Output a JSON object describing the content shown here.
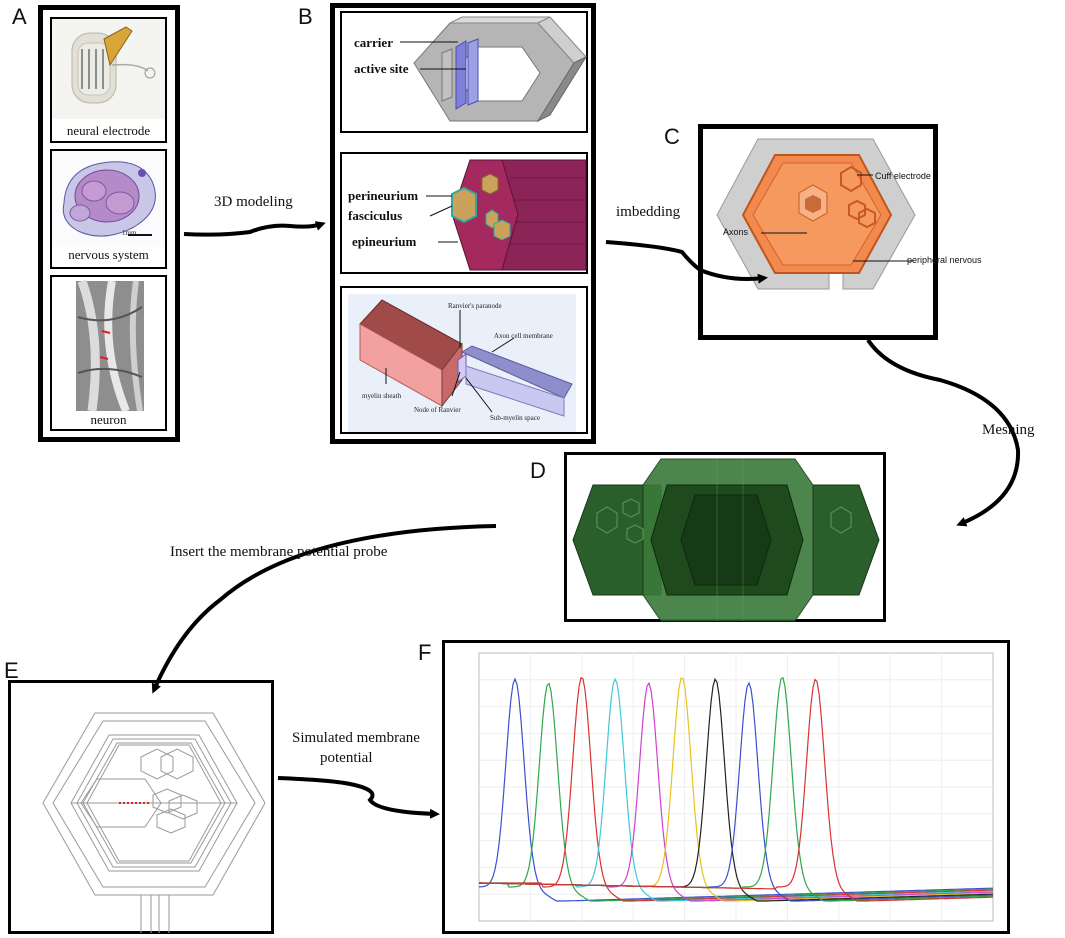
{
  "panels": {
    "A": "A",
    "B": "B",
    "C": "C",
    "D": "D",
    "E": "E",
    "F": "F"
  },
  "panel_a": {
    "captions": [
      "neural electrode",
      "nervous system",
      "neuron"
    ],
    "scale_text": "1mm"
  },
  "panel_b": {
    "electrode_labels": {
      "carrier": "carrier",
      "active_site": "active site"
    },
    "nerve_labels": {
      "perineurium": "perineurium",
      "fasciculus": "fasciculus",
      "epineurium": "epineurium"
    },
    "axon_labels": {
      "paranode": "Ranvier's paranode",
      "membrane": "Axon cell membrane",
      "myelin": "myelin sheath",
      "node": "Node of Ranvier",
      "submyelin": "Sub-myelin space"
    }
  },
  "panel_c": {
    "labels": {
      "cuff": "Cuff electrode",
      "axons": "Axons",
      "peripheral": "peripheral nervous"
    }
  },
  "flow": {
    "modeling": "3D modeling",
    "imbedding": "imbedding",
    "meshing": "Meshing",
    "probe": "Insert the membrane potential probe",
    "simulated_line1": "Simulated membrane",
    "simulated_line2": "potential"
  },
  "colors": {
    "axon_series": [
      "#3b4fd0",
      "#2fa84a",
      "#d6322f",
      "#3fc9d8",
      "#d13fd1",
      "#e8c21c",
      "#222222",
      "#3b4fd0",
      "#2fa84a",
      "#d6322f"
    ],
    "epineurium": "#a0245a",
    "cuff": "#c8c8c8",
    "nerve_orange": "#f08a4b",
    "mesh_green": "#1f5a1f"
  },
  "chart_data": {
    "type": "line",
    "x_count": 10,
    "peak_order": [
      "blue",
      "green",
      "red",
      "cyan",
      "magenta",
      "yellow",
      "black",
      "blue",
      "green",
      "red"
    ]
  }
}
